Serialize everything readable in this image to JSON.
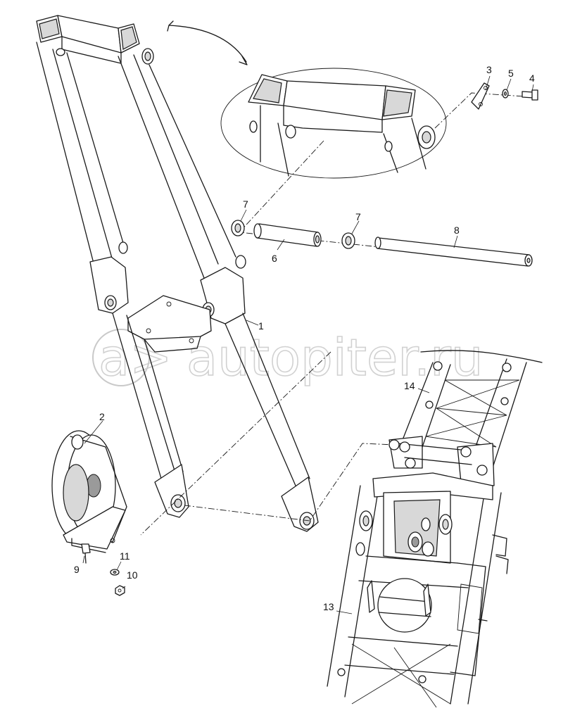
{
  "watermark": {
    "text": "autopiter.ru",
    "logo_glyph": "a>"
  },
  "callouts": {
    "c1": "1",
    "c2": "2",
    "c3": "3",
    "c4": "4",
    "c5": "5",
    "c6": "6",
    "c7a": "7",
    "c7b": "7",
    "c8": "8",
    "c9": "9",
    "c10": "10",
    "c11": "11",
    "c13": "13",
    "c14": "14"
  }
}
